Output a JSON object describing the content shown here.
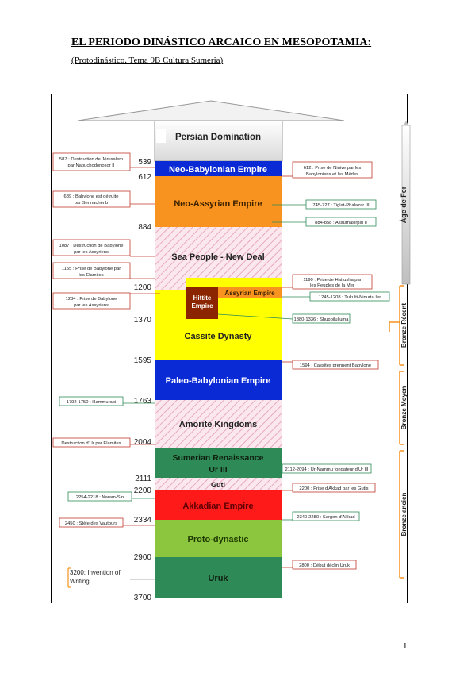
{
  "document": {
    "title": "EL PERIODO DINÁSTICO ARCAICO EN MESOPOTAMIA:",
    "subtitle": "(Protodinástico. Tema 9B Cultura Sumeria)",
    "page_number": "1"
  },
  "timeline": {
    "periods": [
      {
        "label": "Persian Domination",
        "color": "#e6e6e6"
      },
      {
        "label": "Neo-Babylonian Empire",
        "color": "#0a2ad6"
      },
      {
        "label": "Neo-Assyrian Empire",
        "color": "#f7931e"
      },
      {
        "label": "Sea People - New Deal",
        "color": "#f9dfe7"
      },
      {
        "label": "Cassite Dynasty",
        "color": "#ffff00"
      },
      {
        "label": "Paleo-Babylonian Empire",
        "color": "#0a2ad6"
      },
      {
        "label": "Amorite Kingdoms",
        "color": "#f9dfe7"
      },
      {
        "label": "Sumerian Renaissance",
        "label2": "Ur III",
        "color": "#2e8b57"
      },
      {
        "label": "Guti",
        "color": "#f9dfe7"
      },
      {
        "label": "Akkadian Empire",
        "color": "#ff1a1a"
      },
      {
        "label": "Proto-dynastic",
        "color": "#8cc63f"
      },
      {
        "label": "Uruk",
        "color": "#2e8b57"
      }
    ],
    "hittite": {
      "line1": "Hittite",
      "line2": "Empire",
      "color": "#8b2500"
    },
    "assyrian_inset": {
      "label": "Assyrian Empire",
      "color": "#f7931e"
    },
    "years": [
      "539",
      "612",
      "884",
      "1200",
      "1370",
      "1595",
      "1763",
      "2004",
      "2111",
      "2200",
      "2334",
      "2900",
      "3700"
    ],
    "left_notes": [
      {
        "line1": "587 : Destruction de Jérusalem",
        "line2": "par Nabuchodonosor II"
      },
      {
        "line1": "689 : Babylone est détruite",
        "line2": "par Sennachérib"
      },
      {
        "line1": "1087 : Destruction de Babylone",
        "line2": "par les Assyriens"
      },
      {
        "line1": "1155 : Prise de Babylone par",
        "line2": "les Elamites"
      },
      {
        "line1": "1234 : Prise de Babylone",
        "line2": "par les Assyriens"
      },
      {
        "line1": "1792-1750 : Hammurabi"
      },
      {
        "line1": "Destruction d'Ur par Elamites"
      },
      {
        "line1": "2254-2218 : Naram-Sin"
      },
      {
        "line1": "2450 : Stèle des Vautours"
      },
      {
        "line1": "3200: Invention of",
        "line2": "Writing"
      }
    ],
    "right_notes": [
      {
        "line1": "612 : Prise de Ninive par les",
        "line2": "Babyloniens et les Mèdes"
      },
      {
        "line1": "745-727 : Tiglat-Phalazar III"
      },
      {
        "line1": "884-858 : Assurnasirpal II"
      },
      {
        "line1": "1190 : Prise de Hattusha par",
        "line2": "les Peuples de la Mer"
      },
      {
        "line1": "1245-1208 : Tukulti-Ninurta Ier"
      },
      {
        "line1": "1380-1336 : Shuppiluliuma"
      },
      {
        "line1": "1594 : Cassites prennent Babylone"
      },
      {
        "line1": "2112-2094 : Ur-Nammu fondateur d'Ur III"
      },
      {
        "line1": "2200 : Prise d'Akkad par les Gutis"
      },
      {
        "line1": "2340-2280 : Sargon d'Akkad"
      },
      {
        "line1": "2800 : Début déclin Uruk"
      }
    ],
    "ages": [
      "Âge de Fer",
      "Bronze Récent",
      "Bronze Moyen",
      "Bronze ancien"
    ]
  }
}
